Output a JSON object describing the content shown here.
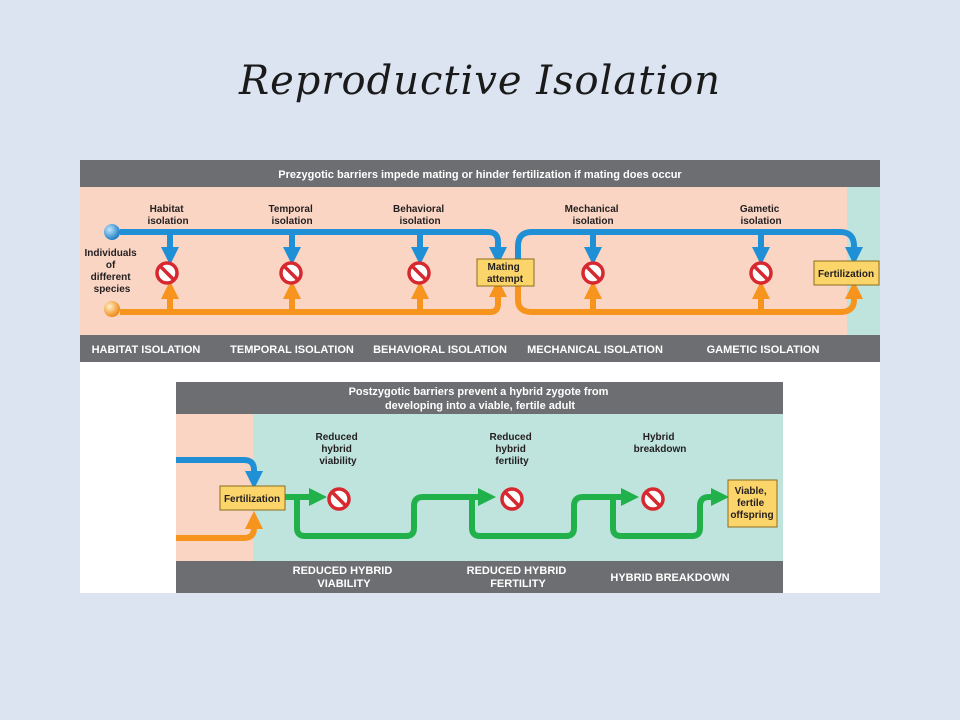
{
  "slide": {
    "title": "Reproductive Isolation"
  },
  "prezygotic": {
    "header": "Prezygotic barriers impede mating or hinder fertilization if mating does occur",
    "start_label": [
      "Individuals",
      "of",
      "different",
      "species"
    ],
    "barriers": [
      {
        "label": [
          "Habitat",
          "isolation"
        ],
        "footer": "HABITAT ISOLATION"
      },
      {
        "label": [
          "Temporal",
          "isolation"
        ],
        "footer": "TEMPORAL ISOLATION"
      },
      {
        "label": [
          "Behavioral",
          "isolation"
        ],
        "footer": "BEHAVIORAL ISOLATION"
      },
      {
        "label": [
          "Mechanical",
          "isolation"
        ],
        "footer": "MECHANICAL ISOLATION"
      },
      {
        "label": [
          "Gametic",
          "isolation"
        ],
        "footer": "GAMETIC ISOLATION"
      }
    ],
    "mating_box": [
      "Mating",
      "attempt"
    ],
    "fertilization_box": "Fertilization"
  },
  "postzygotic": {
    "header": [
      "Postzygotic barriers prevent a hybrid zygote from",
      "developing into a viable, fertile adult"
    ],
    "fertilization_box": "Fertilization",
    "barriers": [
      {
        "label": [
          "Reduced",
          "hybrid",
          "viability"
        ],
        "footer": [
          "REDUCED HYBRID",
          "VIABILITY"
        ]
      },
      {
        "label": [
          "Reduced",
          "hybrid",
          "fertility"
        ],
        "footer": [
          "REDUCED HYBRID",
          "FERTILITY"
        ]
      },
      {
        "label": [
          "Hybrid",
          "breakdown"
        ],
        "footer": [
          "HYBRID BREAKDOWN"
        ]
      }
    ],
    "outcome_box": [
      "Viable,",
      "fertile",
      "offspring"
    ]
  },
  "colors": {
    "header_bar": "#6d6e71",
    "prezygotic_bg": "#fad5c4",
    "postzygotic_bg": "#bfe3dd",
    "blue_path": "#1f8fd6",
    "orange_path": "#f7941d",
    "green_path": "#21b14b",
    "box_fill": "#fcd56a",
    "no_symbol": "#d7282f"
  }
}
